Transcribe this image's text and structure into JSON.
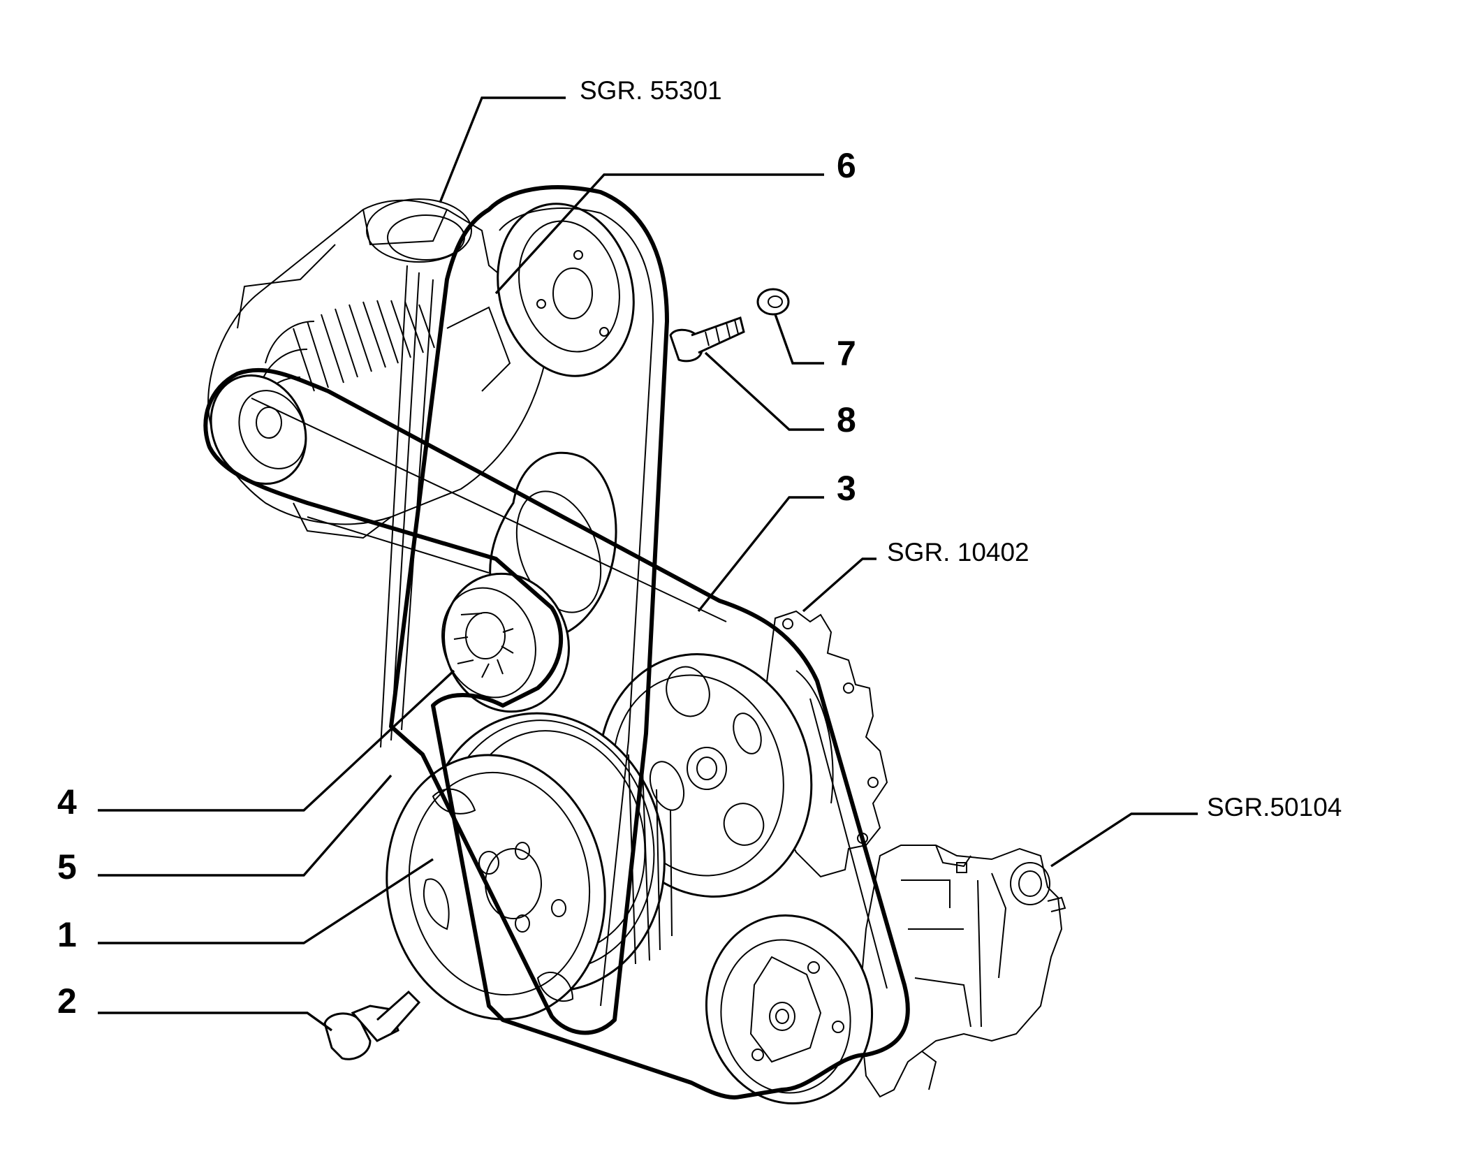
{
  "labels": {
    "ref_alternator": "SGR. 55301",
    "ref_pump": "SGR. 10402",
    "ref_compressor": "SGR.50104",
    "n1": "1",
    "n2": "2",
    "n3": "3",
    "n4": "4",
    "n5": "5",
    "n6": "6",
    "n7": "7",
    "n8": "8"
  }
}
